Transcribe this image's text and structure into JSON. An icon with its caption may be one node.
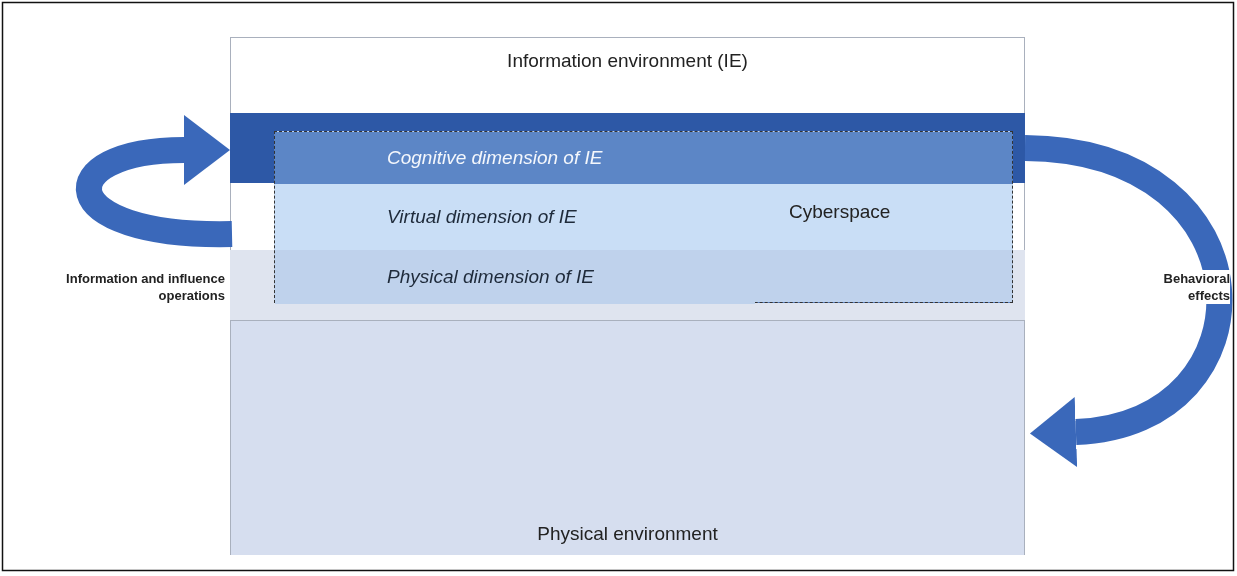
{
  "diagram": {
    "nodes": [
      {
        "text": [
          "Information environment (IE)"
        ]
      },
      {
        "text": [
          "Cyberspace"
        ],
        "in": 0
      },
      {
        "text": [
          "Cognitive dimension of IE"
        ],
        "in": 1
      },
      {
        "text": [
          "Virtual dimension of IE"
        ],
        "in": 1
      },
      {
        "text": [
          "Physical dimension of IE"
        ],
        "in": 1
      },
      {
        "text": [
          "Physical environment"
        ]
      }
    ],
    "edges": [
      {
        "from": null,
        "to": 0,
        "arrow": "to",
        "label": "Information and influence operations"
      },
      {
        "from": 0,
        "to": 5,
        "arrow": "to",
        "label": "Behavioral effects"
      }
    ]
  }
}
